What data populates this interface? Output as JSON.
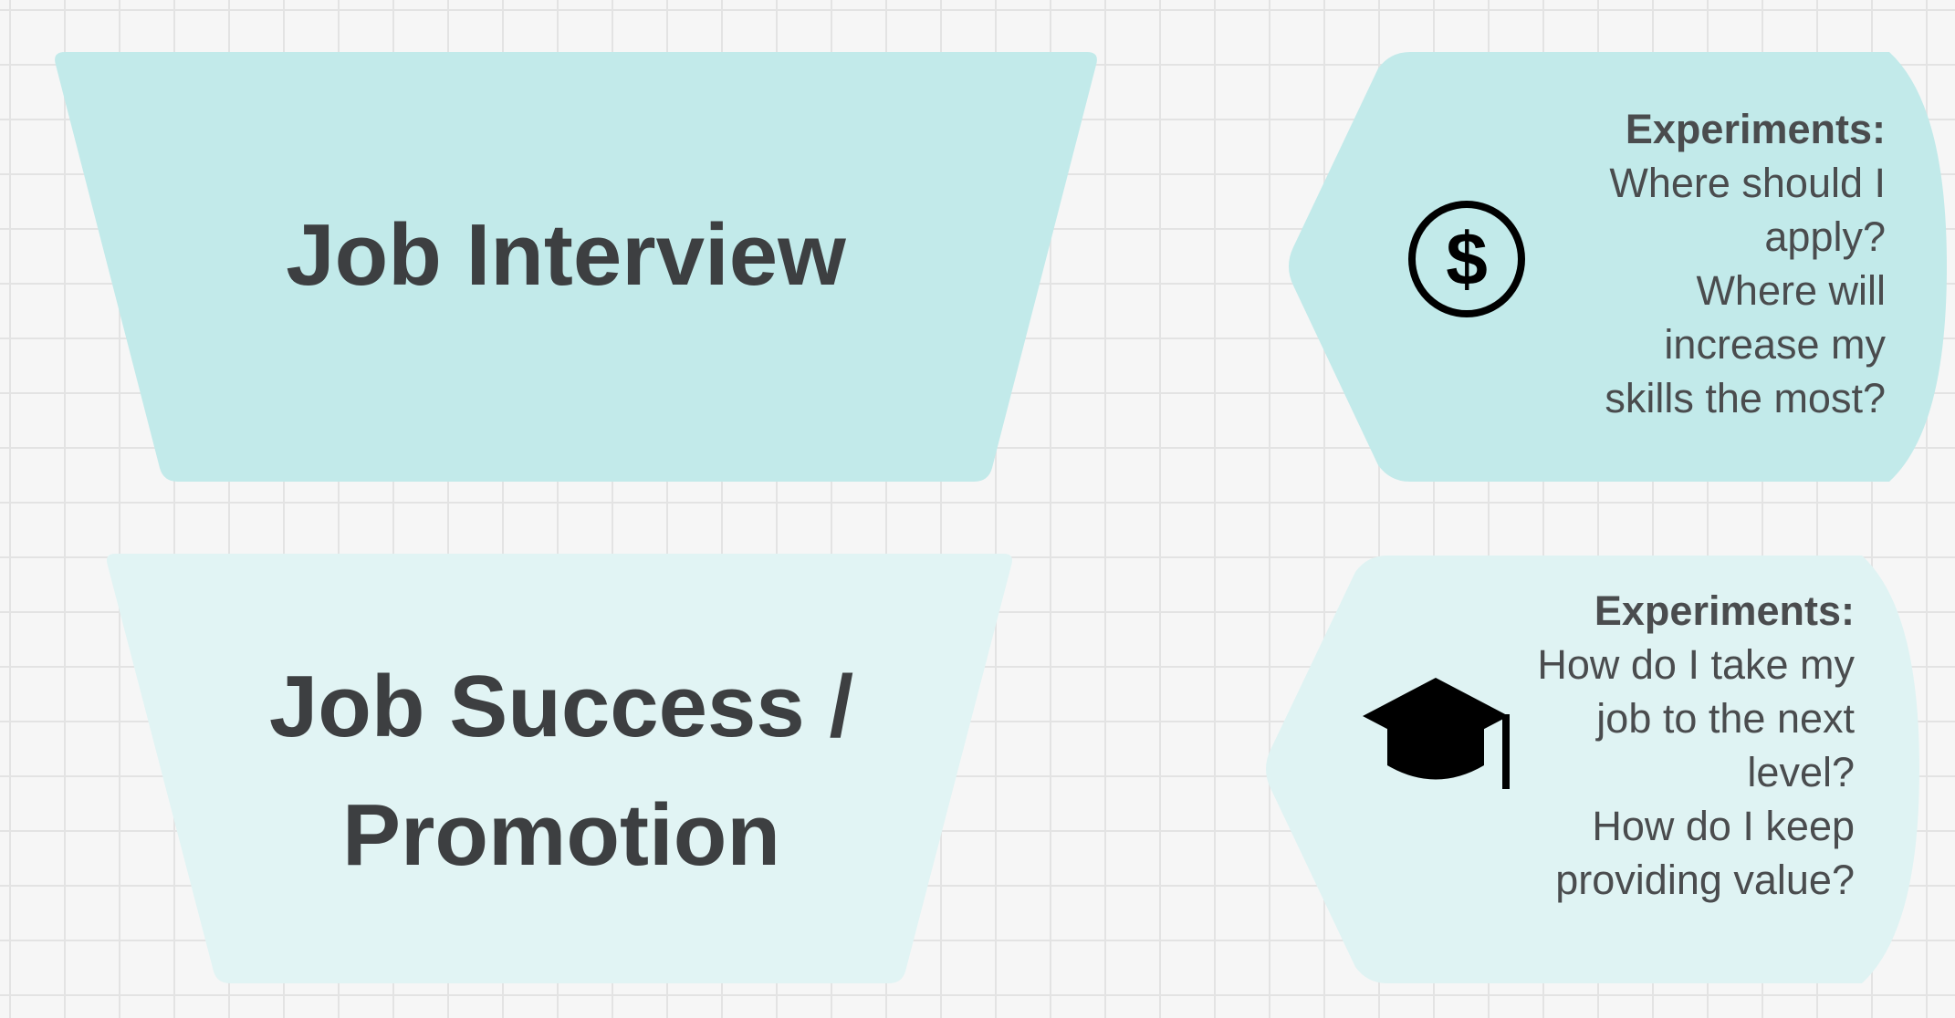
{
  "colors": {
    "stage_top": "#c2eaea",
    "stage_bottom": "#e1f4f4",
    "callout_top": "#c2eaea",
    "callout_bottom": "#dff3f3",
    "text": "#3d3f41",
    "icon": "#000000"
  },
  "stages": [
    {
      "title": "Job Interview"
    },
    {
      "title_line1": "Job Success /",
      "title_line2": "Promotion"
    }
  ],
  "callouts": [
    {
      "icon": "dollar-circle-icon",
      "heading": "Experiments:",
      "lines": [
        "Where should I",
        "apply?",
        "Where will",
        "increase my",
        "skills the most?"
      ]
    },
    {
      "icon": "graduation-cap-icon",
      "heading": "Experiments:",
      "lines": [
        "How do I take my",
        "job to the next",
        "level?",
        "How do I keep",
        "providing value?"
      ]
    }
  ]
}
